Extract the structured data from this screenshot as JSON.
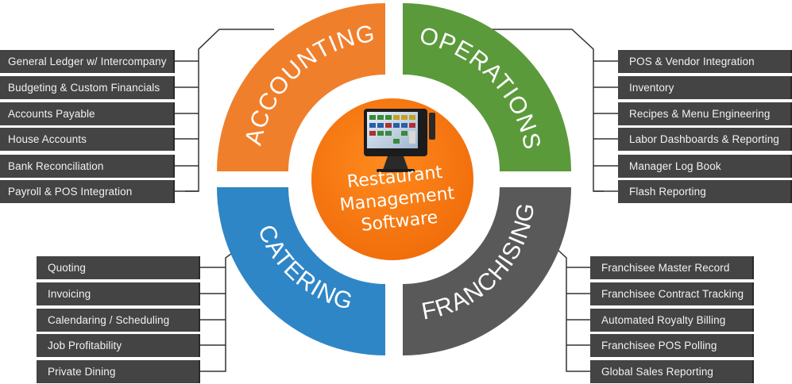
{
  "center": {
    "line1": "Restaurant",
    "line2": "Management",
    "line3": "Software"
  },
  "quadrants": {
    "accounting": {
      "title": "ACCOUNTING",
      "color": "#f07f2c"
    },
    "operations": {
      "title": "OPERATIONS",
      "color": "#5b9a3b"
    },
    "catering": {
      "title": "CATERING",
      "color": "#2f86c6"
    },
    "franchising": {
      "title": "FRANCHISING",
      "color": "#595959"
    }
  },
  "accounting_items": [
    "General Ledger w/ Intercompany",
    "Budgeting & Custom Financials",
    "Accounts Payable",
    "House Accounts",
    "Bank Reconciliation",
    "Payroll & POS Integration"
  ],
  "operations_items": [
    "POS & Vendor Integration",
    "Inventory",
    "Recipes & Menu Engineering",
    "Labor Dashboards & Reporting",
    "Manager Log Book",
    "Flash Reporting"
  ],
  "catering_items": [
    "Quoting",
    "Invoicing",
    "Calendaring / Scheduling",
    "Job Profitability",
    "Private Dining"
  ],
  "franchising_items": [
    "Franchisee Master Record",
    "Franchisee Contract Tracking",
    "Automated Royalty Billing",
    "Franchisee POS Polling",
    "Global Sales Reporting"
  ]
}
